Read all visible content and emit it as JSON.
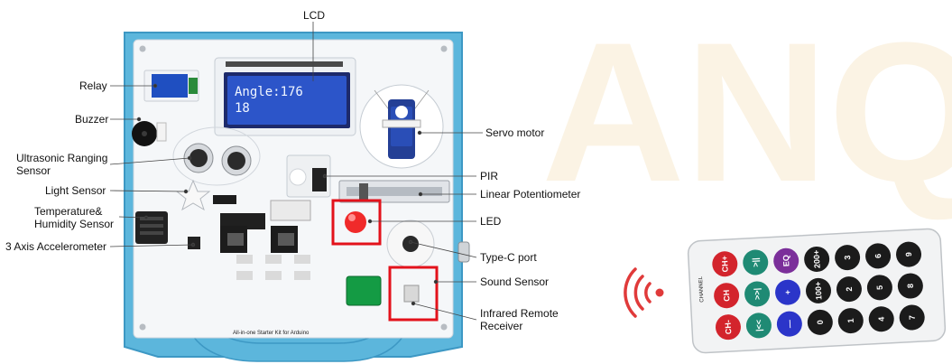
{
  "labels": {
    "lcd": "LCD",
    "relay": "Relay",
    "buzzer": "Buzzer",
    "ultrasonic": "Ultrasonic Ranging Sensor",
    "light_sensor": "Light Sensor",
    "temp_humidity": "Temperature& Humidity Sensor",
    "accelerometer": "3 Axis Accelerometer",
    "servo": "Servo motor",
    "pir": "PIR",
    "linear_pot": "Linear Potentiometer",
    "led": "LED",
    "type_c": "Type-C port",
    "sound_sensor": "Sound Sensor",
    "ir_receiver": "Infrared Remote Receiver"
  },
  "lcd_screen": {
    "line1": "Angle:176",
    "line2": "18"
  },
  "board_caption": "All-in-one Starter Kit for Arduino",
  "watermark": "ANQ",
  "remote": {
    "side_label_channel": "CHANNEL",
    "rows": [
      [
        {
          "t": "CH-",
          "c": "#d3242c"
        },
        {
          "t": "CH",
          "c": "#d3242c"
        },
        {
          "t": "CH+",
          "c": "#d3242c"
        }
      ],
      [
        {
          "t": "|<<",
          "c": "#1f8a74"
        },
        {
          "t": ">>|",
          "c": "#1f8a74"
        },
        {
          "t": ">||",
          "c": "#1f8a74"
        }
      ],
      [
        {
          "t": "—",
          "c": "#2b35c9"
        },
        {
          "t": "+",
          "c": "#2b35c9"
        },
        {
          "t": "EQ",
          "c": "#7b2f9a"
        }
      ],
      [
        {
          "t": "0",
          "c": "#1b1b1b"
        },
        {
          "t": "100+",
          "c": "#1b1b1b"
        },
        {
          "t": "200+",
          "c": "#1b1b1b"
        }
      ],
      [
        {
          "t": "1",
          "c": "#1b1b1b"
        },
        {
          "t": "2",
          "c": "#1b1b1b"
        },
        {
          "t": "3",
          "c": "#1b1b1b"
        }
      ],
      [
        {
          "t": "4",
          "c": "#1b1b1b"
        },
        {
          "t": "5",
          "c": "#1b1b1b"
        },
        {
          "t": "6",
          "c": "#1b1b1b"
        }
      ],
      [
        {
          "t": "7",
          "c": "#1b1b1b"
        },
        {
          "t": "8",
          "c": "#1b1b1b"
        },
        {
          "t": "9",
          "c": "#1b1b1b"
        }
      ]
    ]
  },
  "colors": {
    "frame_blue": "#5cb6dc",
    "lcd_blue": "#2c55c9",
    "highlight_red": "#e3121b",
    "signal_red": "#e03a3a"
  }
}
